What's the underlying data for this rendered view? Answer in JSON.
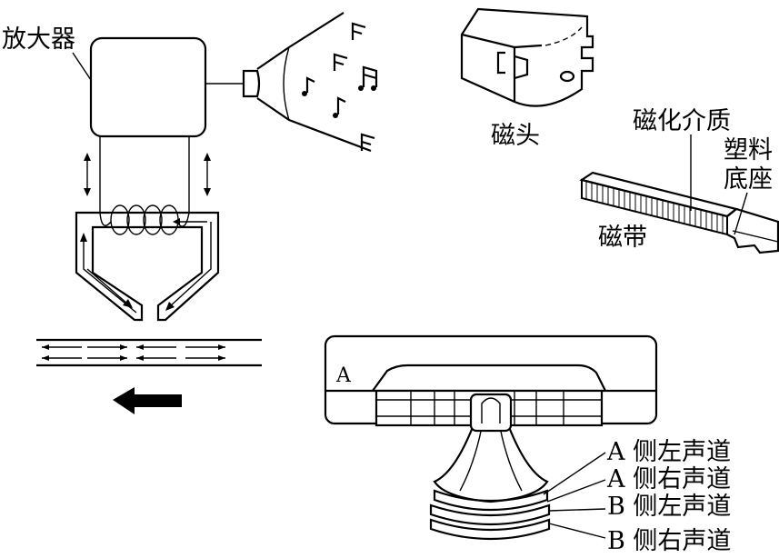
{
  "labels": {
    "amplifier": "放大器",
    "magnetic_head": "磁头",
    "magnetic_medium": "磁化介质",
    "plastic_base_line1": "塑料",
    "plastic_base_line2": "底座",
    "magnetic_tape": "磁带",
    "cassette_side": "A",
    "track_a_left": "A 侧左声道",
    "track_a_right": "A 侧右声道",
    "track_b_left": "B 侧左声道",
    "track_b_right": "B 侧右声道"
  }
}
